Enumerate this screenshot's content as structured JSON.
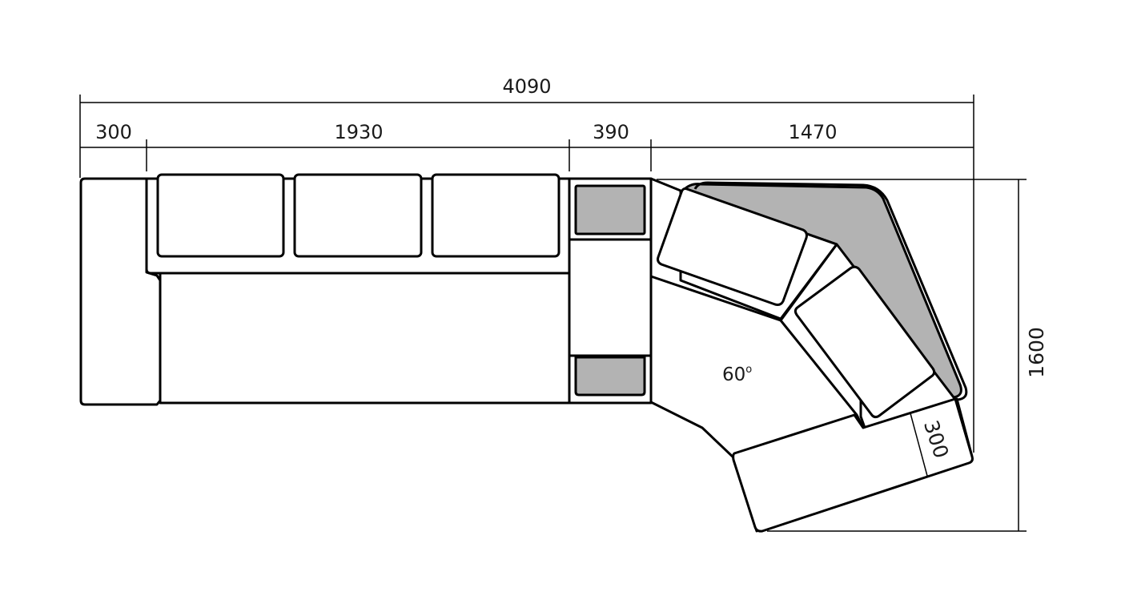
{
  "dimensions": {
    "total_width": "4090",
    "armrest_width": "300",
    "straight_section": "1930",
    "console_width": "390",
    "corner_section": "1470",
    "total_depth": "1600",
    "end_armrest": "300"
  },
  "angle": {
    "value": "60",
    "unit": "o"
  },
  "colors": {
    "line": "#000000",
    "shelf_fill": "#b3b3b3",
    "background": "#ffffff"
  }
}
